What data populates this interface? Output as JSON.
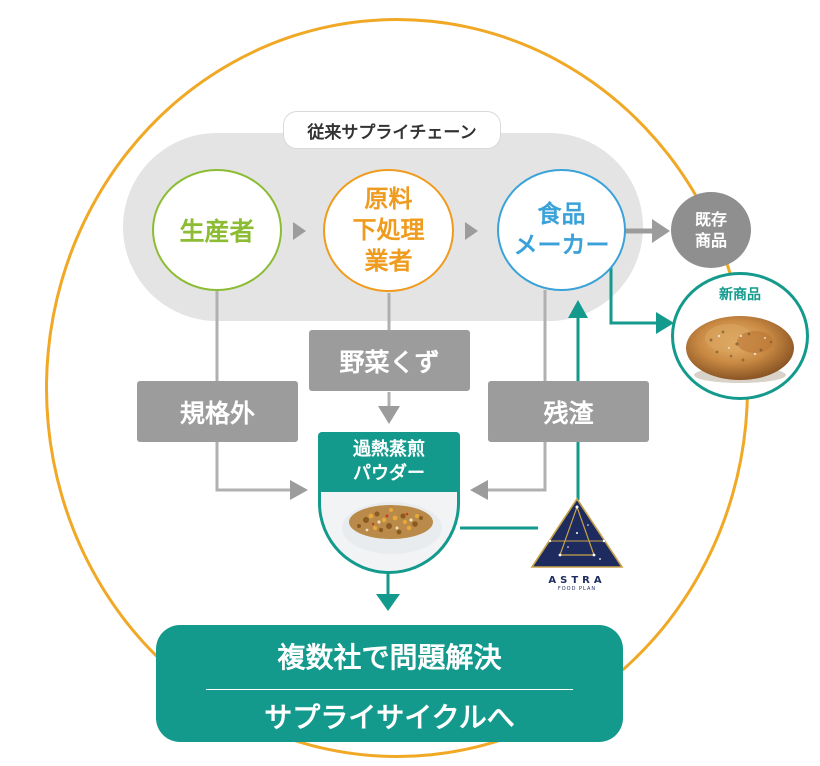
{
  "supply_chain": {
    "title": "従来サプライチェーン",
    "nodes": {
      "producer": "生産者",
      "processor": [
        "原料",
        "下処理",
        "業者"
      ],
      "maker": [
        "食品",
        "メーカー"
      ],
      "existing": [
        "既存",
        "商品"
      ],
      "new_product": "新商品"
    }
  },
  "waste": {
    "offgrade": "規格外",
    "veg_scraps": "野菜くず",
    "residue": "残渣"
  },
  "powder": {
    "label": [
      "過熱蒸煎",
      "パウダー"
    ]
  },
  "logo": {
    "name": "ASTRA",
    "sub": "FOOD PLAN"
  },
  "result": {
    "line1": "複数社で問題解決",
    "line2": "サプライサイクルへ"
  },
  "colors": {
    "orange_ring": "#f0a825",
    "green": "#8cbc34",
    "orange": "#ef9b1d",
    "blue": "#3aa2d8",
    "teal": "#139a8c",
    "grey": "#9c9c9c",
    "light_grey": "#e4e4e4"
  }
}
